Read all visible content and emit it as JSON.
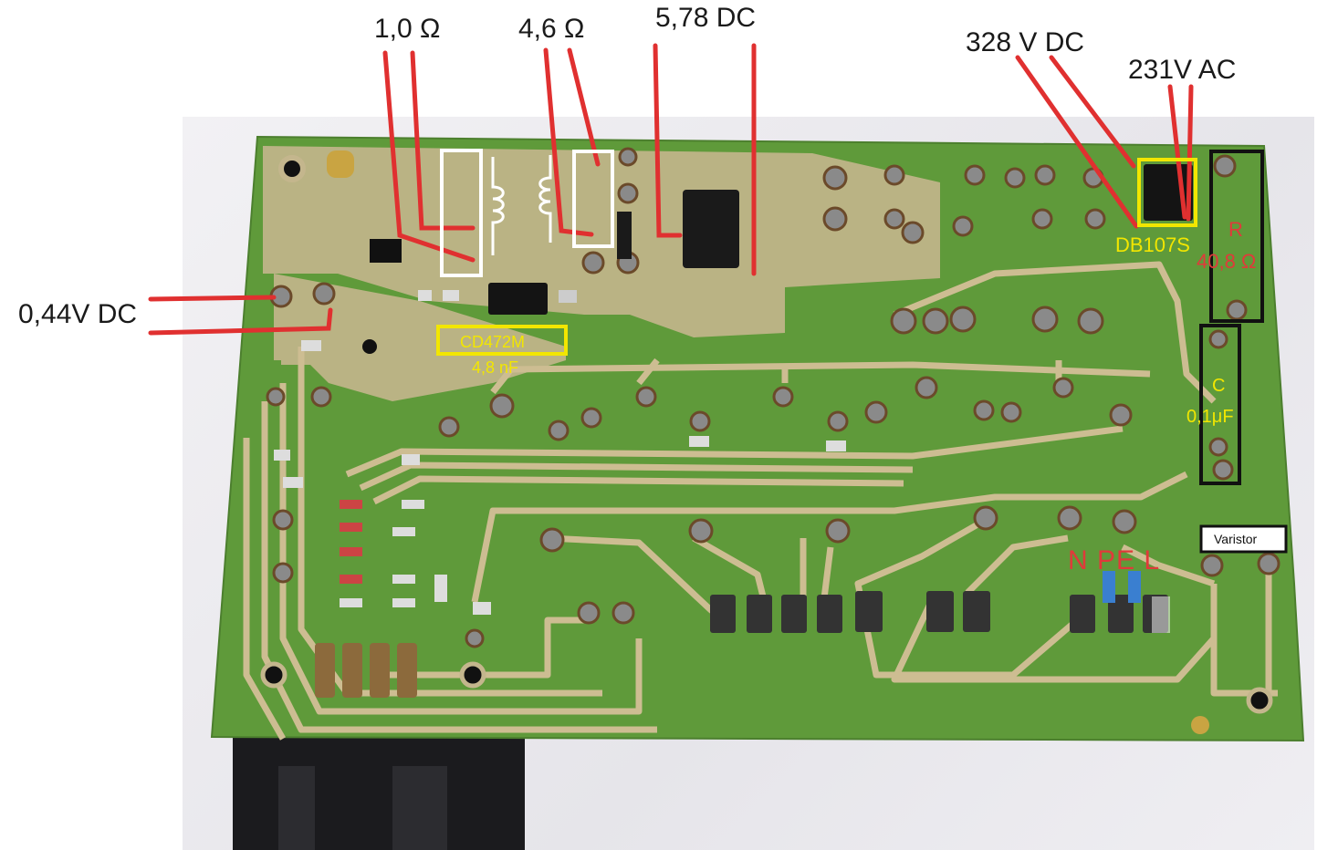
{
  "annotations": {
    "resistance_1": "1,0 Ω",
    "resistance_2": "4,6 Ω",
    "voltage_tny": "5,78 DC",
    "voltage_dc_bus": "328 V DC",
    "voltage_ac_in": "231V AC",
    "voltage_output": "0,44V DC",
    "rectifier_part": "DB107S",
    "resistor_letter": "R",
    "resistor_value": "40,8 Ω",
    "capacitor_letter": "C",
    "capacitor_value": "0,1μF",
    "varistor": "Varistor",
    "terminal_labels": "N PE L",
    "y_cap_part": "CD472M",
    "y_cap_value": "4,8 nF"
  },
  "colors": {
    "pcb": "#5f9a3a",
    "trace": "#cdbd92",
    "annotation_red": "#e03030",
    "box_yellow": "#f2e600",
    "box_white": "#ffffff",
    "box_black": "#111111"
  },
  "icons": [
    "inductor-icon"
  ]
}
